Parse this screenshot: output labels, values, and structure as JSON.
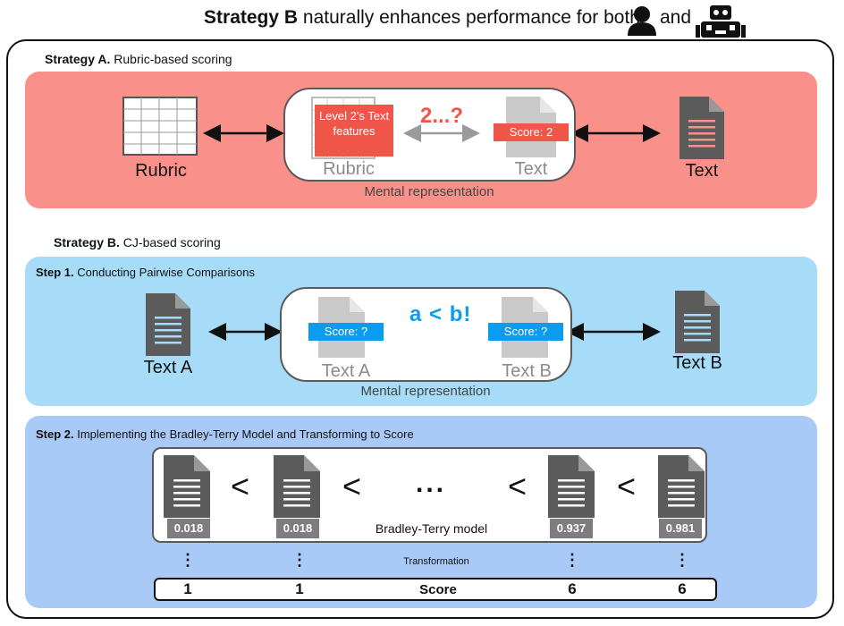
{
  "header": {
    "title_bold": "Strategy B",
    "title_rest": " naturally enhances performance for both",
    "title_and": "and",
    "icons": [
      "person-icon",
      "robot-icon"
    ]
  },
  "strategy_a": {
    "label_bold": "Strategy A.",
    "label_rest": " Rubric-based scoring",
    "rubric_label": "Rubric",
    "text_label": "Text",
    "mental": {
      "rubric_box": "Level 2's Text features",
      "rubric_label": "Rubric",
      "text_box": "Score: 2",
      "text_label": "Text",
      "question": "2...?",
      "caption": "Mental representation"
    }
  },
  "strategy_b": {
    "label_bold": "Strategy B.",
    "label_rest": " CJ-based scoring",
    "step1": {
      "label_bold": "Step 1.",
      "label_rest": " Conducting Pairwise Comparisons",
      "left_label": "Text A",
      "right_label": "Text B",
      "mental": {
        "box_a": "Score: ?",
        "label_a": "Text A",
        "box_b": "Score: ?",
        "label_b": "Text B",
        "comparison": "a < b!",
        "caption": "Mental representation"
      }
    },
    "step2": {
      "label_bold": "Step 2.",
      "label_rest": " Implementing the Bradley-Terry Model and Transforming to Score",
      "lt": "<",
      "ellipsis": "...",
      "probabilities": [
        "0.018",
        "0.018",
        "0.937",
        "0.981"
      ],
      "model_label": "Bradley-Terry model",
      "transformation_label": "Transformation",
      "vdots": "⋮",
      "score_label": "Score",
      "scores": [
        "1",
        "1",
        "6",
        "6"
      ]
    }
  },
  "colors": {
    "panel_a": "#f9918a",
    "panel_b1": "#a6dcf8",
    "panel_b2": "#a9c9f7",
    "red": "#f0554a",
    "blue": "#0a9cf0",
    "doc": "#5b5b5b"
  }
}
